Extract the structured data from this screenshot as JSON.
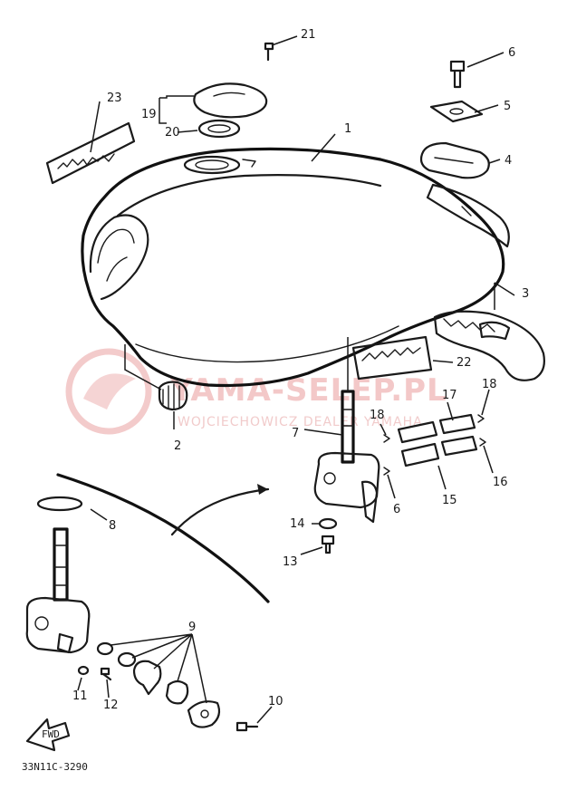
{
  "diagram": {
    "part_callouts": [
      "1",
      "2",
      "3",
      "4",
      "5",
      "6",
      "7",
      "8",
      "9",
      "10",
      "11",
      "12",
      "13",
      "14",
      "15",
      "16",
      "17",
      "18",
      "19",
      "20",
      "21",
      "22",
      "23"
    ],
    "callout_6_repeat": "6",
    "callout_18_repeat": "18",
    "figure_code": "33N11C-3290",
    "find_arrow_text": "FWD",
    "watermark": {
      "title": "YAMA-SELEP.PL",
      "subtitle": "WOJCIECHOWICZ DEALER YAMAHA",
      "color": "#e8a0a0"
    }
  }
}
